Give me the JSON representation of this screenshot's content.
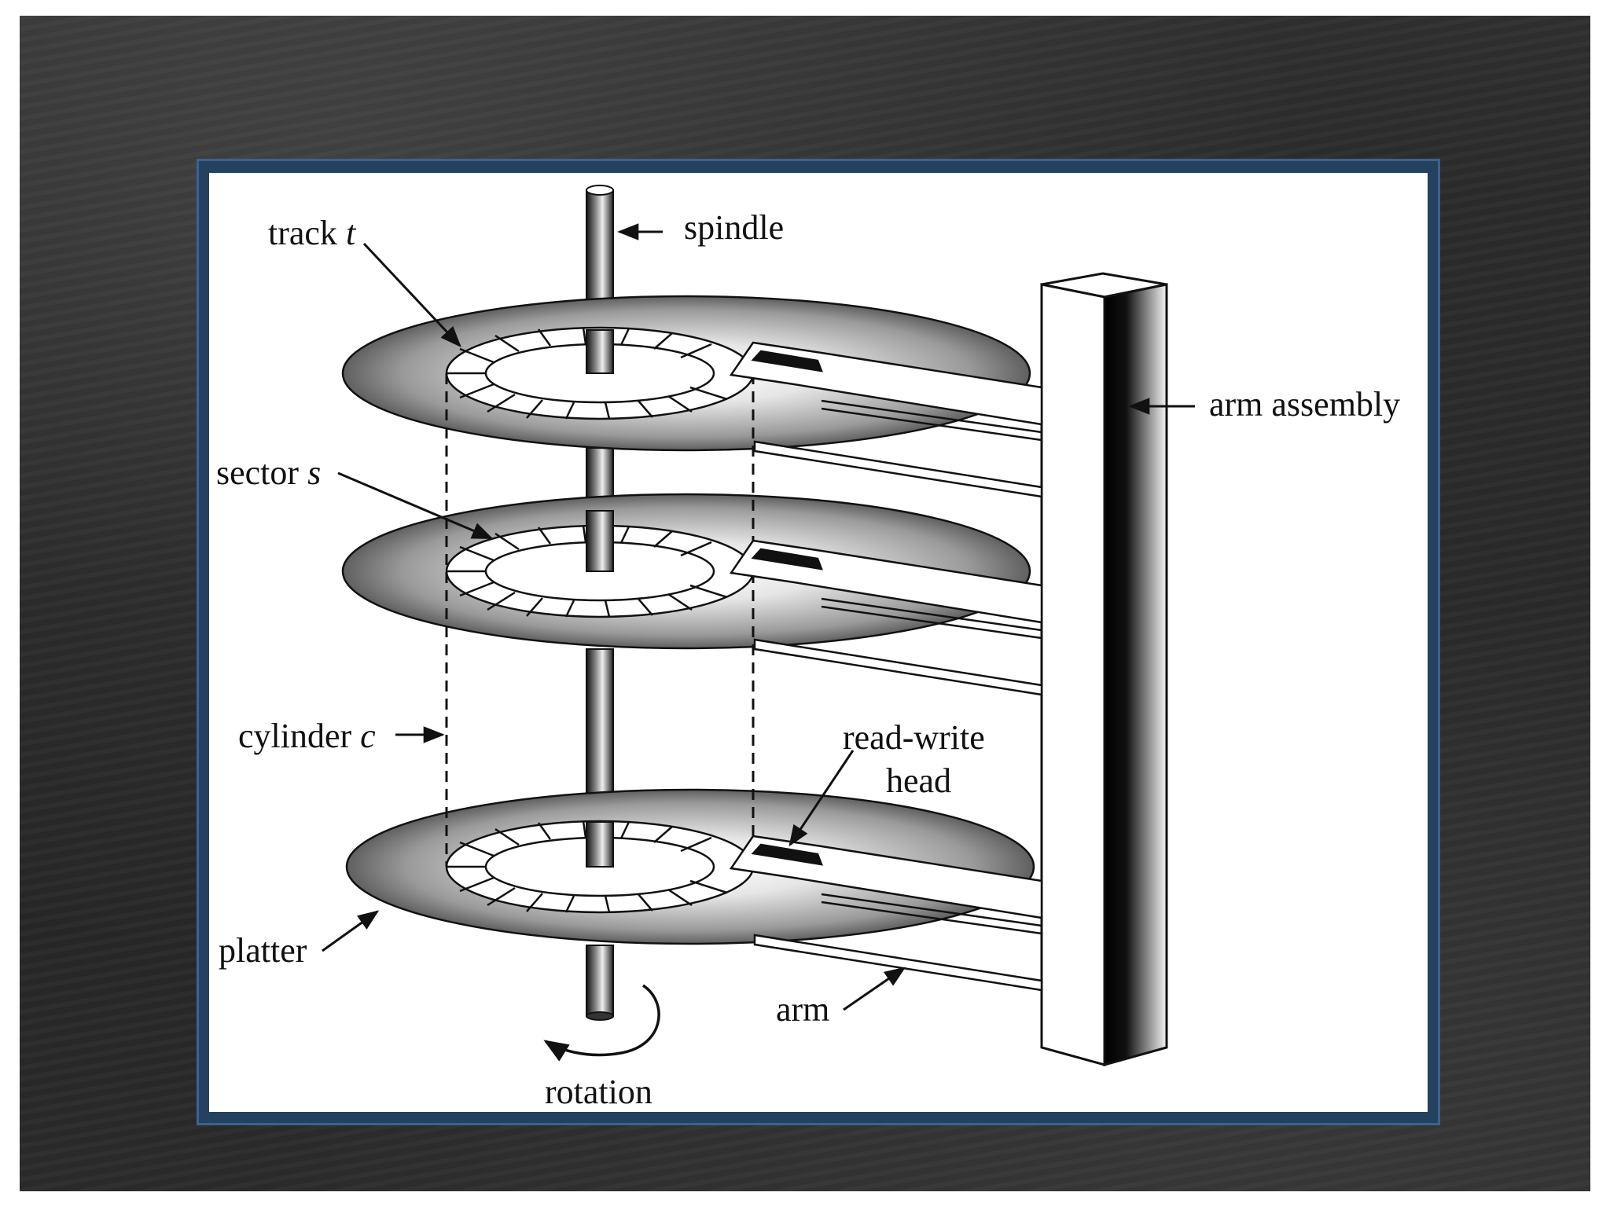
{
  "labels": {
    "track": "track",
    "track_var": "t",
    "spindle": "spindle",
    "arm_assembly": "arm assembly",
    "sector": "sector",
    "sector_var": "s",
    "cylinder": "cylinder",
    "cylinder_var": "c",
    "read_write": "read-write",
    "head": "head",
    "platter": "platter",
    "arm": "arm",
    "rotation": "rotation"
  },
  "colors": {
    "frame": "#24415f",
    "frame_border": "#3b6390",
    "background": "#2a2a2a",
    "panel": "#ffffff",
    "ink": "#111111"
  }
}
